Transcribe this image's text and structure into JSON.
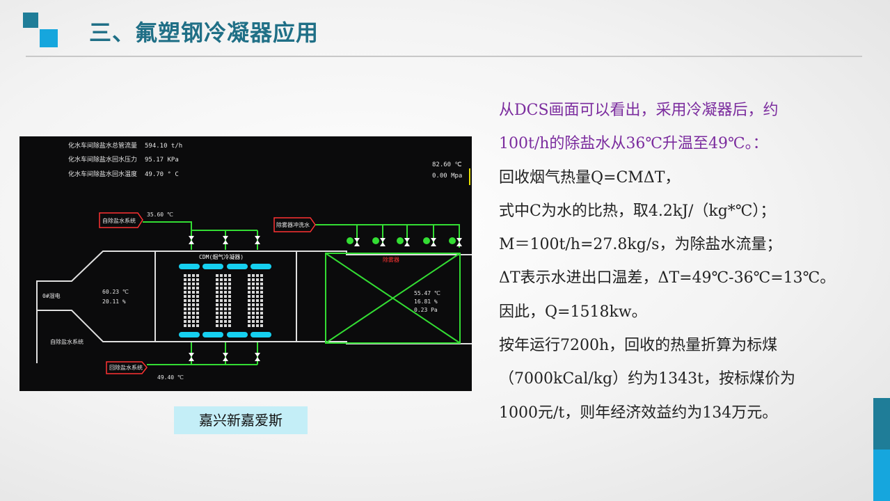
{
  "slide": {
    "title": "三、氟塑钢冷凝器应用",
    "caption": "嘉兴新嘉爱斯",
    "text_lines": [
      "从DCS画面可以看出，采用冷凝器后，约",
      "100t/h的除盐水从36℃升温至49℃。：",
      "回收烟气热量Q=CMΔT，",
      "式中C为水的比热，取4.2kJ/（kg*℃）；",
      "M＝100t/h=27.8kg/s，为除盐水流量；",
      "ΔT表示水进出口温差，ΔT=49℃-36℃=13℃。",
      "因此，Q=1518kw。",
      "按年运行7200h，回收的热量折算为标煤",
      "（7000kCal/kg）约为1343t，按标煤价为",
      "1000元/t，则年经济效益约为134万元。"
    ],
    "accent_colors": {
      "title": "#1f6f86",
      "logo_dark": "#1f7d98",
      "logo_light": "#16a6dd",
      "highlight": "#7b2c9e",
      "caption_bg": "#c4eef7"
    }
  },
  "scada": {
    "readouts": [
      {
        "label": "化水车间除盐水总管流量",
        "value": "594.10 t/h"
      },
      {
        "label": "化水车间除盐水回水压力",
        "value": "95.17 KPa"
      },
      {
        "label": "化水车间除盐水回水温度",
        "value": "49.70 ° C"
      }
    ],
    "right_top": {
      "temp": "82.60 ℃",
      "pressure": "0.00 Mpa"
    },
    "inlet_temp": "35.60 ℃",
    "outlet_temp": "49.40 ℃",
    "supply_label": "自除盐水系统",
    "return_label": "回除盐水系统",
    "flush_label": "除雾器冲洗水",
    "mist_label": "除雾器",
    "condenser_label": "CDM(烟气冷凝器)",
    "inlet_duct": {
      "temp": "60.23 ℃",
      "humidity": "20.11 %"
    },
    "outlet_duct": {
      "temp": "55.47 ℃",
      "humidity": "16.81 %",
      "pressure": "0.23 Pa"
    },
    "boiler_label": "0#湿电",
    "bottom_label": "自除盐水系统",
    "colors": {
      "pipe": "#33dd33",
      "duct": "#e0e0e0",
      "alarm": "#ff3333",
      "tube": "#16d0f0",
      "text": "#e6e6e6"
    }
  }
}
